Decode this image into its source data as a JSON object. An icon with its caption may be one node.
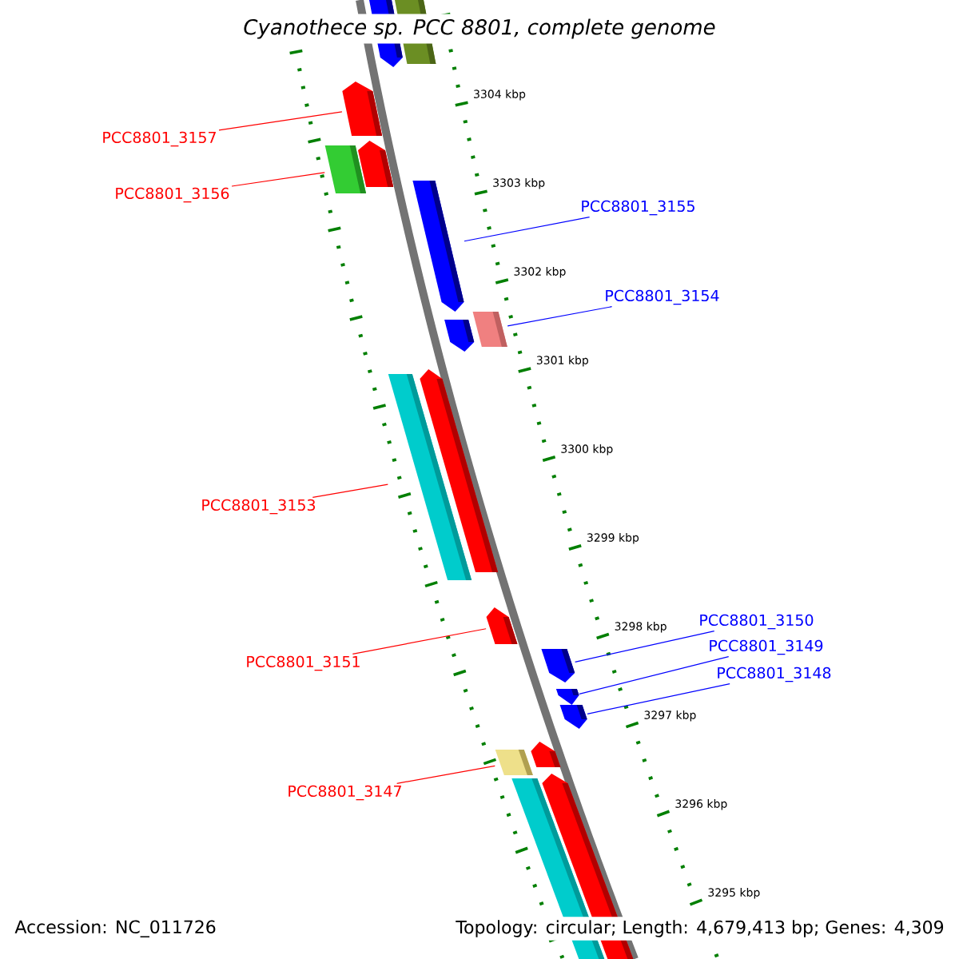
{
  "diagram": {
    "title": "Cyanothece sp. PCC 8801, complete genome",
    "nodes": [
      {
        "text": [
          "PCC8801_3157"
        ]
      },
      {
        "text": [
          "PCC8801_3156"
        ]
      },
      {
        "text": [
          "PCC8801_3155"
        ]
      },
      {
        "text": [
          "PCC8801_3154"
        ]
      },
      {
        "text": [
          "PCC8801_3153"
        ]
      },
      {
        "text": [
          "PCC8801_3151"
        ]
      },
      {
        "text": [
          "PCC8801_3150"
        ]
      },
      {
        "text": [
          "PCC8801_3149"
        ]
      },
      {
        "text": [
          "PCC8801_3148"
        ]
      },
      {
        "text": [
          "PCC8801_3147"
        ]
      },
      {
        "text": [],
        "shape": "bar"
      },
      {
        "text": [],
        "shape": "bar"
      },
      {
        "text": [],
        "shape": "bar"
      },
      {
        "text": [],
        "shape": "bar"
      },
      {
        "text": [],
        "shape": "bar"
      },
      {
        "text": [],
        "shape": "bar"
      },
      {
        "text": [],
        "shape": "bar"
      },
      {
        "text": [],
        "shape": "bar"
      },
      {
        "text": [],
        "shape": "bar"
      },
      {
        "text": [],
        "shape": "bar"
      },
      {
        "text": [],
        "shape": "bar"
      },
      {
        "text": [],
        "shape": "bar"
      },
      {
        "text": [],
        "shape": "bar"
      },
      {
        "text": [],
        "shape": "bar"
      },
      {
        "text": [],
        "shape": "bar"
      },
      {
        "text": [],
        "shape": "bar"
      },
      {
        "text": [],
        "shape": "bar"
      },
      {
        "text": [],
        "shape": "bar"
      }
    ],
    "edges": [
      {
        "from": 0,
        "to": 12,
        "arrow": "none"
      },
      {
        "from": 1,
        "to": 13,
        "arrow": "none"
      },
      {
        "from": 2,
        "to": 15,
        "arrow": "none",
        "color": "#0000ff"
      },
      {
        "from": 3,
        "to": 17,
        "arrow": "none",
        "color": "#0000ff"
      },
      {
        "from": 4,
        "to": 18,
        "arrow": "none"
      },
      {
        "from": 5,
        "to": 20,
        "arrow": "none"
      },
      {
        "from": 6,
        "to": 21,
        "arrow": "none",
        "color": "#0000ff"
      },
      {
        "from": 7,
        "to": 22,
        "arrow": "none",
        "color": "#0000ff"
      },
      {
        "from": 8,
        "to": 23,
        "arrow": "none",
        "color": "#0000ff"
      },
      {
        "from": 9,
        "to": 24,
        "arrow": "none"
      }
    ],
    "labels": [
      "3304 kbp",
      "3303 kbp",
      "3302 kbp",
      "3301 kbp",
      "3300 kbp",
      "3299 kbp",
      "3298 kbp",
      "3297 kbp",
      "3296 kbp",
      "3295 kbp",
      "Accession: NC_011726",
      "Topology: circular; Length: 4,679,413 bp; Genes: 4,309"
    ]
  }
}
